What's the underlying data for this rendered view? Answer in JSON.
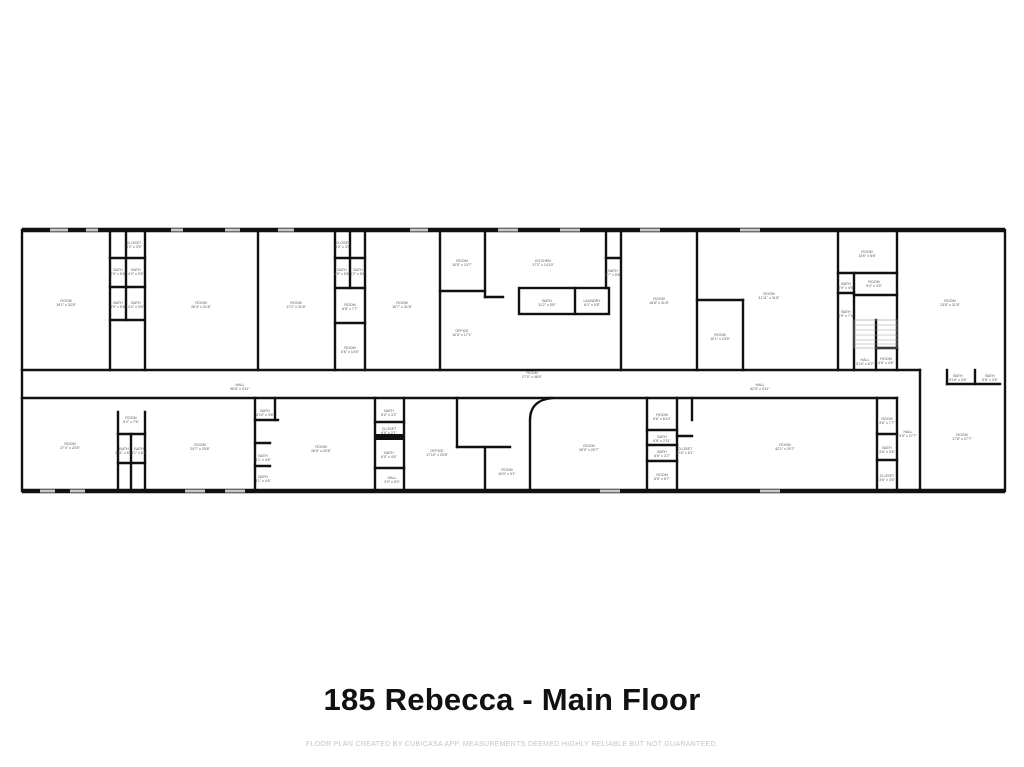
{
  "title": "185 Rebecca - Main Floor",
  "footer": "FLOOR PLAN CREATED BY CUBICASA APP. MEASUREMENTS DEEMED HIGHLY RELIABLE BUT NOT GUARANTEED.",
  "rooms": [
    {
      "name": "ROOM",
      "dims": "19'1\" x 32'8\""
    },
    {
      "name": "CLOSET",
      "dims": "3'2\" x 3'5\""
    },
    {
      "name": "BATH",
      "dims": "4'9\" x 5'6\""
    },
    {
      "name": "BATH",
      "dims": "4'2\" x 5'6\""
    },
    {
      "name": "BATH",
      "dims": "4'9\" x 5'6\""
    },
    {
      "name": "BATH",
      "dims": "4'2\" x 5'6\""
    },
    {
      "name": "ROOM",
      "dims": "26'4\" x 31'8\""
    },
    {
      "name": "ROOM",
      "dims": "17'2\" x 31'8\""
    },
    {
      "name": "CLOSET",
      "dims": "3'2\" x 3'5\""
    },
    {
      "name": "BATH",
      "dims": "4'9\" x 5'6\""
    },
    {
      "name": "BATH",
      "dims": "4'2\" x 5'6\""
    },
    {
      "name": "ROOM",
      "dims": "6'6\" x 7'7\""
    },
    {
      "name": "ROOM",
      "dims": "6'6\" x 10'6\""
    },
    {
      "name": "ROOM",
      "dims": "16'7\" x 31'8\""
    },
    {
      "name": "ROOM",
      "dims": "10'5\" x 13'7\""
    },
    {
      "name": "OFFICE",
      "dims": "10'5\" x 17'1\""
    },
    {
      "name": "KITCHEN",
      "dims": "17'2\" x 14'10\""
    },
    {
      "name": "BATH",
      "dims": "11'2\" x 5'8\""
    },
    {
      "name": "LAUNDRY",
      "dims": "8'2\" x 5'8\""
    },
    {
      "name": "BATH",
      "dims": "3'7\" x 5'8\""
    },
    {
      "name": "ROOM",
      "dims": "16'8\" x 31'8\""
    },
    {
      "name": "ROOM",
      "dims": "31'11\" x 31'8\""
    },
    {
      "name": "ROOM",
      "dims": "10'1\" x 15'5\""
    },
    {
      "name": "ROOM",
      "dims": "13'6\" x 8'8\""
    },
    {
      "name": "ROOM",
      "dims": "9'4\" x 4'5\""
    },
    {
      "name": "BATH",
      "dims": "4'9\" x 4'5\""
    },
    {
      "name": "BATH",
      "dims": "4'9\" x 7'4\""
    },
    {
      "name": "HALL",
      "dims": "5'10\" x 6'2\""
    },
    {
      "name": "ROOM",
      "dims": "4'8\" x 4'8\""
    },
    {
      "name": "ROOM",
      "dims": "23'8\" x 31'8\""
    },
    {
      "name": "HALL",
      "dims": "96'8\" x 5'11\""
    },
    {
      "name": "ROOM",
      "dims": "27'0\" x 46'6\""
    },
    {
      "name": "HALL",
      "dims": "62'5\" x 5'11\""
    },
    {
      "name": "BATH",
      "dims": "5'10\" x 3'6\""
    },
    {
      "name": "BATH",
      "dims": "5'8\" x 3'6\""
    },
    {
      "name": "ROOM",
      "dims": "27'4\" x 20'8\""
    },
    {
      "name": "ROOM",
      "dims": "6'2\" x 7'6\""
    },
    {
      "name": "BATH",
      "dims": "2'11\" x 6'2\""
    },
    {
      "name": "BATH",
      "dims": "3'1\" x 6'2\""
    },
    {
      "name": "ROOM",
      "dims": "24'7\" x 20'8\""
    },
    {
      "name": "BATH",
      "dims": "4'10\" x 3'6\""
    },
    {
      "name": "BATH",
      "dims": "3'1\" x 4'6\""
    },
    {
      "name": "BATH",
      "dims": "3'1\" x 4'6\""
    },
    {
      "name": "ROOM",
      "dims": "26'5\" x 20'8\""
    },
    {
      "name": "BATH",
      "dims": "6'0\" x 3'2\""
    },
    {
      "name": "CLOSET",
      "dims": "6'0\" x 2'1\""
    },
    {
      "name": "BATH",
      "dims": "6'0\" x 4'6\""
    },
    {
      "name": "HALL",
      "dims": "3'0\" x 5'0\""
    },
    {
      "name": "OFFICE",
      "dims": "17'10\" x 20'8\""
    },
    {
      "name": "ROOM",
      "dims": "10'0\" x 9'1\""
    },
    {
      "name": "ROOM",
      "dims": "28'0\" x 20'7\""
    },
    {
      "name": "ROOM",
      "dims": "6'6\" x 6'10\""
    },
    {
      "name": "BATH",
      "dims": "6'6\" x 2'11\""
    },
    {
      "name": "BATH",
      "dims": "6'6\" x 3'2\""
    },
    {
      "name": "CLOSET",
      "dims": "1'10\" x 6'1\""
    },
    {
      "name": "ROOM",
      "dims": "6'6\" x 5'7\""
    },
    {
      "name": "ROOM",
      "dims": "42'1\" x 20'7\""
    },
    {
      "name": "ROOM",
      "dims": "3'6\" x 7'7\""
    },
    {
      "name": "BATH",
      "dims": "3'6\" x 3'6\""
    },
    {
      "name": "CLOSET",
      "dims": "3'6\" x 3'6\""
    },
    {
      "name": "HALL",
      "dims": "4'5\" x 27'7\""
    },
    {
      "name": "ROOM",
      "dims": "17'8\" x 27'7\""
    }
  ]
}
